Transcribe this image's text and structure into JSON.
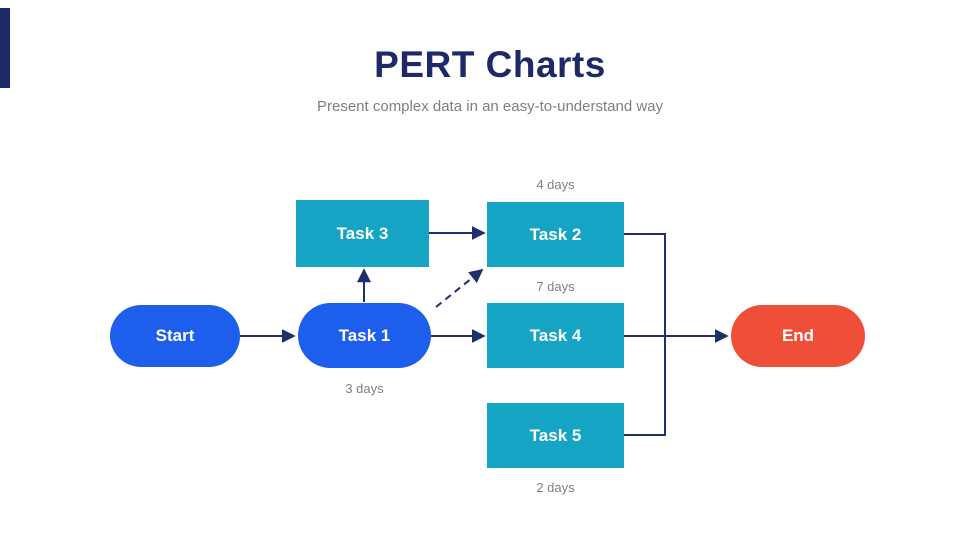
{
  "slide": {
    "title": "PERT Charts",
    "subtitle": "Present complex data in an easy-to-understand way"
  },
  "colors": {
    "navy": "#1e2a68",
    "line": "#1f2f6d",
    "blue": "#1e5eec",
    "teal": "#16a4c4",
    "red": "#ef4e38",
    "label-gray": "#7f7f7f"
  },
  "nodes": [
    {
      "id": "start",
      "label": "Start",
      "shape": "pill",
      "color": "blue"
    },
    {
      "id": "task1",
      "label": "Task 1",
      "shape": "pill",
      "color": "blue",
      "duration": "3 days"
    },
    {
      "id": "task3",
      "label": "Task 3",
      "shape": "rect",
      "color": "teal"
    },
    {
      "id": "task2",
      "label": "Task 2",
      "shape": "rect",
      "color": "teal",
      "duration": "4 days"
    },
    {
      "id": "task4",
      "label": "Task 4",
      "shape": "rect",
      "color": "teal",
      "duration": "7 days"
    },
    {
      "id": "task5",
      "label": "Task 5",
      "shape": "rect",
      "color": "teal",
      "duration": "2 days"
    },
    {
      "id": "end",
      "label": "End",
      "shape": "pill",
      "color": "red"
    }
  ],
  "edges": [
    {
      "from": "start",
      "to": "task1",
      "style": "solid"
    },
    {
      "from": "task1",
      "to": "task3",
      "style": "solid"
    },
    {
      "from": "task3",
      "to": "task2",
      "style": "solid"
    },
    {
      "from": "task1",
      "to": "task2",
      "style": "dashed"
    },
    {
      "from": "task1",
      "to": "task4",
      "style": "solid"
    },
    {
      "from": "task2",
      "to": "end",
      "style": "solid"
    },
    {
      "from": "task4",
      "to": "end",
      "style": "solid"
    },
    {
      "from": "task5",
      "to": "end",
      "style": "solid"
    }
  ]
}
